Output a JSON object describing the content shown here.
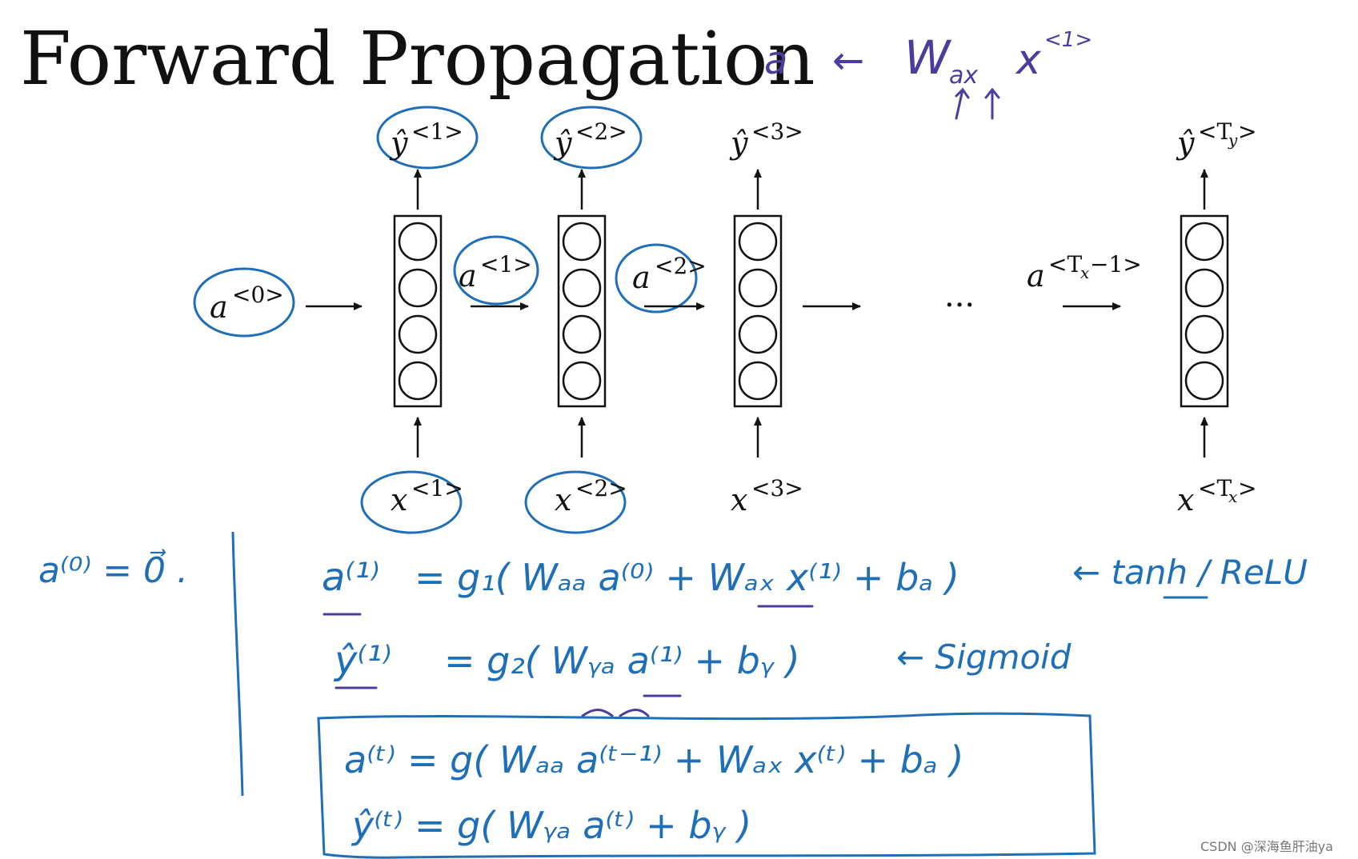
{
  "title": "Forward Propagation",
  "colors": {
    "ink_blue": "#1f6fb8",
    "ink_purple": "#4b3c9e",
    "diagram": "#111111"
  },
  "top_annotation": {
    "lhs": "a",
    "arrow": "←",
    "w": "W",
    "w_sub": "ax",
    "x": "x",
    "x_sup": "<1>"
  },
  "diagram": {
    "initial": {
      "base": "a",
      "sup": "<0>"
    },
    "cells": [
      {
        "output": {
          "base": "ŷ",
          "sup": "<1>"
        },
        "input": {
          "base": "x",
          "sup": "<1>"
        }
      },
      {
        "output": {
          "base": "ŷ",
          "sup": "<2>"
        },
        "input": {
          "base": "x",
          "sup": "<2>"
        }
      },
      {
        "output": {
          "base": "ŷ",
          "sup": "<3>"
        },
        "input": {
          "base": "x",
          "sup": "<3>"
        }
      },
      {
        "output": {
          "base": "ŷ",
          "sup": "<T",
          "sup_sub": "y",
          "sup_end": ">"
        },
        "input": {
          "base": "x",
          "sup": "<T",
          "sup_sub": "x",
          "sup_end": ">"
        }
      }
    ],
    "hidden": [
      {
        "base": "a",
        "sup": "<1>"
      },
      {
        "base": "a",
        "sup": "<2>"
      },
      {
        "base": "a",
        "sup": "<T",
        "sup_sub": "x",
        "sup_end": "−1>"
      }
    ],
    "ellipsis": "···"
  },
  "notes": {
    "init": "a⁽⁰⁾ = 0⃗ .",
    "eq1_lhs": "a⁽¹⁾",
    "eq1_rhs": "= g₁( Wₐₐ a⁽⁰⁾ + Wₐₓ x⁽¹⁾ + bₐ )",
    "eq1_note": "← tanh / ReLU",
    "eq2_lhs": "ŷ⁽¹⁾",
    "eq2_rhs": "= g₂( Wᵧₐ a⁽¹⁾ + bᵧ )",
    "eq2_note": "← Sigmoid",
    "box_eq1": "a⁽ᵗ⁾  = g( Wₐₐ a⁽ᵗ⁻¹⁾ + Wₐₓ x⁽ᵗ⁾ + bₐ )",
    "box_eq2": "ŷ⁽ᵗ⁾  = g( Wᵧₐ a⁽ᵗ⁾ + bᵧ )"
  },
  "watermark": "CSDN @深海鱼肝油ya"
}
